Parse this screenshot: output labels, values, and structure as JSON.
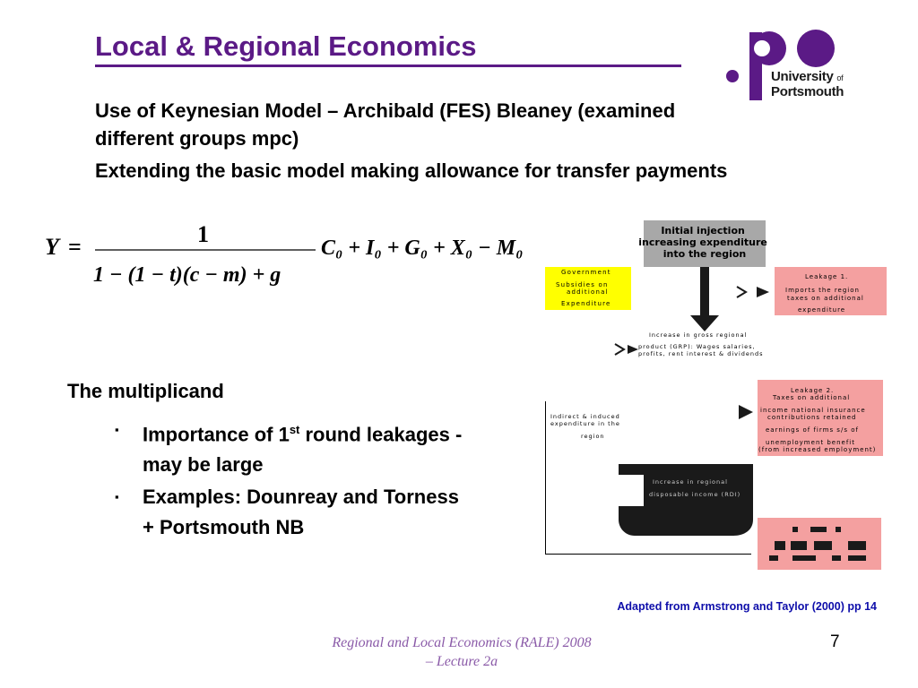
{
  "header": {
    "title": "Local & Regional Economics",
    "logo": {
      "line1": "University",
      "line2_small": "of",
      "line3": "Portsmouth",
      "colors": {
        "purple": "#5b1a86"
      }
    }
  },
  "headings": [
    "Use of Keynesian Model – Archibald (FES) Bleaney (examined different groups mpc)",
    "Extending the basic model making allowance for transfer payments"
  ],
  "formula": {
    "lhs": "Y",
    "equals": "=",
    "numerator": "1",
    "denominator": "1 − (1 − t)(c − m) + g",
    "rhs": "C₀ + I₀ + G₀ + X₀ − M₀"
  },
  "multiplicand": {
    "heading": "The multiplicand",
    "bullets": [
      {
        "marker": "▪",
        "text_before": "Importance of 1",
        "sup": "st",
        "text_after": " round leakages - may be large"
      },
      {
        "marker": "▪",
        "text": "Examples: Dounreay and Torness + Portsmouth NB"
      }
    ]
  },
  "diagram": {
    "initial_injection": "Initial injection increasing expenditure into the region",
    "government_box": [
      "Government",
      "Subsidies on",
      "additional",
      "Expenditure"
    ],
    "leakage1": [
      "Leakage 1.",
      "Imports the region",
      "taxes on additional",
      "expenditure"
    ],
    "increase_regional": "Increase in gross regional",
    "product": [
      "product (GRP): Wages salaries,",
      "profits, rent interest & dividends"
    ],
    "leakage2": [
      "Leakage 2.",
      "Taxes on additional",
      "income national insurance",
      "contributions retained",
      "earnings of firms s/s of",
      "unemployment benefit",
      "(from increased employment)"
    ],
    "indirect": [
      "Indirect & induced",
      "expenditure in the",
      "region"
    ],
    "increase_disposable": [
      "Increase in regional",
      "disposable income (RDI)"
    ],
    "colors": {
      "pink": "#f4a0a0",
      "yellow": "#ffff00",
      "grey": "#a8a8a8",
      "dark": "#1a1a1a"
    }
  },
  "credit": "Adapted from Armstrong and Taylor (2000) pp 14",
  "footer": {
    "line1": "Regional and Local Economics (RALE) 2008",
    "line2": "– Lecture 2a"
  },
  "page_number": "7"
}
